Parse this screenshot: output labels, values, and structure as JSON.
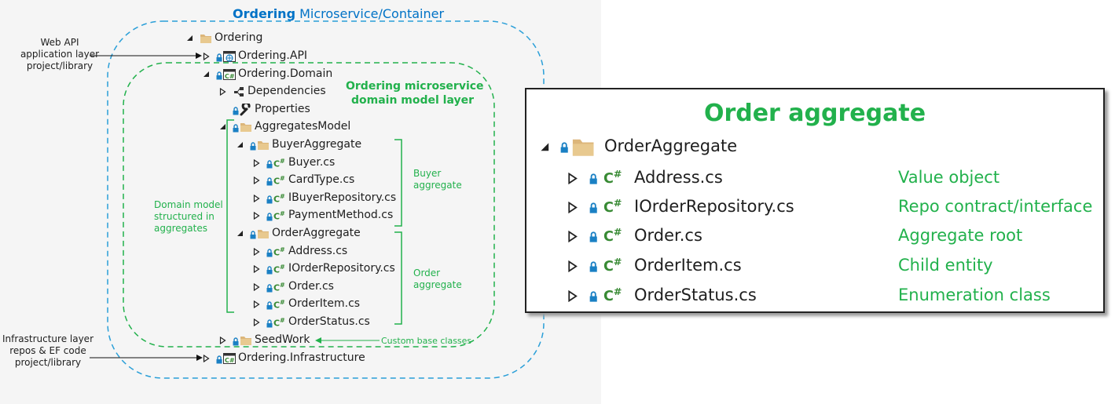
{
  "container_title": {
    "bold": "Ordering",
    "rest": " Microservice/Container"
  },
  "left_tree": [
    {
      "label": "Ordering",
      "icon": "folder-icon",
      "expander": "expanded",
      "lock": false
    },
    {
      "label": "Ordering.API",
      "icon": "web-project-icon",
      "expander": "collapsed",
      "lock": true
    },
    {
      "label": "Ordering.Domain",
      "icon": "csharp-project-icon",
      "expander": "expanded",
      "lock": true
    },
    {
      "label": "Dependencies",
      "icon": "dependencies-icon",
      "expander": "collapsed",
      "lock": false
    },
    {
      "label": "Properties",
      "icon": "wrench-icon",
      "expander": "none",
      "lock": true
    },
    {
      "label": "AggregatesModel",
      "icon": "folder-icon",
      "expander": "expanded",
      "lock": true
    },
    {
      "label": "BuyerAggregate",
      "icon": "folder-icon",
      "expander": "expanded",
      "lock": true
    },
    {
      "label": "Buyer.cs",
      "icon": "csharp-file-icon",
      "expander": "collapsed",
      "lock": true
    },
    {
      "label": "CardType.cs",
      "icon": "csharp-file-icon",
      "expander": "collapsed",
      "lock": true
    },
    {
      "label": "IBuyerRepository.cs",
      "icon": "csharp-file-icon",
      "expander": "collapsed",
      "lock": true
    },
    {
      "label": "PaymentMethod.cs",
      "icon": "csharp-file-icon",
      "expander": "collapsed",
      "lock": true
    },
    {
      "label": "OrderAggregate",
      "icon": "folder-icon",
      "expander": "expanded",
      "lock": true
    },
    {
      "label": "Address.cs",
      "icon": "csharp-file-icon",
      "expander": "collapsed",
      "lock": true
    },
    {
      "label": "IOrderRepository.cs",
      "icon": "csharp-file-icon",
      "expander": "collapsed",
      "lock": true
    },
    {
      "label": "Order.cs",
      "icon": "csharp-file-icon",
      "expander": "collapsed",
      "lock": true
    },
    {
      "label": "OrderItem.cs",
      "icon": "csharp-file-icon",
      "expander": "collapsed",
      "lock": true
    },
    {
      "label": "OrderStatus.cs",
      "icon": "csharp-file-icon",
      "expander": "collapsed",
      "lock": true
    },
    {
      "label": "SeedWork",
      "icon": "folder-icon",
      "expander": "collapsed",
      "lock": true
    },
    {
      "label": "Ordering.Infrastructure",
      "icon": "csharp-project-icon",
      "expander": "collapsed",
      "lock": true
    }
  ],
  "notes": {
    "web_api": [
      "Web API",
      "application layer",
      "project/library"
    ],
    "infrastructure": [
      "Infrastructure layer",
      "repos & EF code",
      "project/library"
    ],
    "domain_layer": [
      "Ordering microservice",
      "domain model layer"
    ],
    "domain_model": [
      "Domain model",
      "structured in",
      "aggregates"
    ],
    "buyer_aggregate": [
      "Buyer",
      "aggregate"
    ],
    "order_aggregate": [
      "Order",
      "aggregate"
    ],
    "seedwork": "Custom base classes"
  },
  "order_panel": {
    "title": "Order aggregate",
    "folder": "OrderAggregate",
    "items": [
      {
        "file": "Address.cs",
        "role": "Value object"
      },
      {
        "file": "IOrderRepository.cs",
        "role": "Repo contract/interface"
      },
      {
        "file": "Order.cs",
        "role": "Aggregate root"
      },
      {
        "file": "OrderItem.cs",
        "role": "Child entity"
      },
      {
        "file": "OrderStatus.cs",
        "role": "Enumeration class"
      }
    ]
  },
  "colors": {
    "accent_green": "#22b14c",
    "container_blue": "#2a9fd8",
    "title_blue": "#0072c6",
    "lock_blue": "#1a80c4",
    "folder": "#dcb67a",
    "csharp_green": "#388a34"
  }
}
